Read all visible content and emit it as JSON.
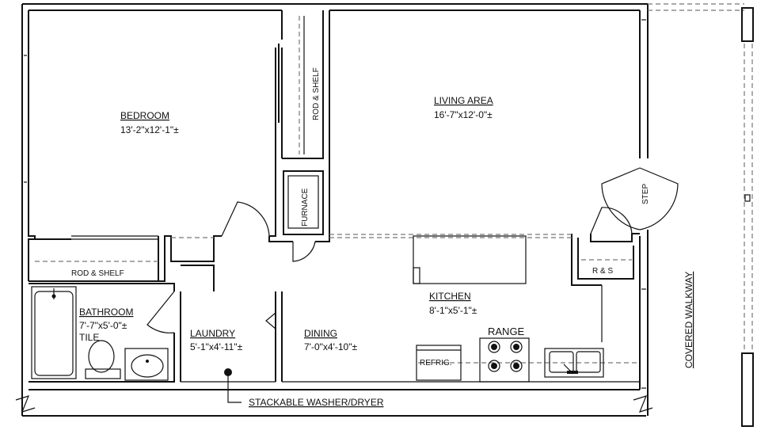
{
  "rooms": {
    "bedroom": {
      "name": "BEDROOM",
      "size": "13'-2\"x12'-1\"±"
    },
    "living": {
      "name": "LIVING AREA",
      "size": "16'-7\"x12'-0\"±"
    },
    "kitchen": {
      "name": "KITCHEN",
      "size": "8'-1\"x5'-1\"±"
    },
    "bathroom": {
      "name": "BATHROOM",
      "size": "7'-7\"x5'-0\"±",
      "floor": "TILE"
    },
    "laundry": {
      "name": "LAUNDRY",
      "size": "5'-1\"x4'-11\"±"
    },
    "dining": {
      "name": "DINING",
      "size": "7'-0\"x4'-10\"±"
    }
  },
  "labels": {
    "rod_shelf_vertical": "ROD & SHELF",
    "rod_shelf_bottom": "ROD & SHELF",
    "furnace": "FURNACE",
    "step": "STEP",
    "rs": "R & S",
    "range": "RANGE",
    "refrig": "REFRIG.",
    "covered_walkway": "COVERED WALKWAY",
    "washer_dryer": "STACKABLE WASHER/DRYER"
  }
}
